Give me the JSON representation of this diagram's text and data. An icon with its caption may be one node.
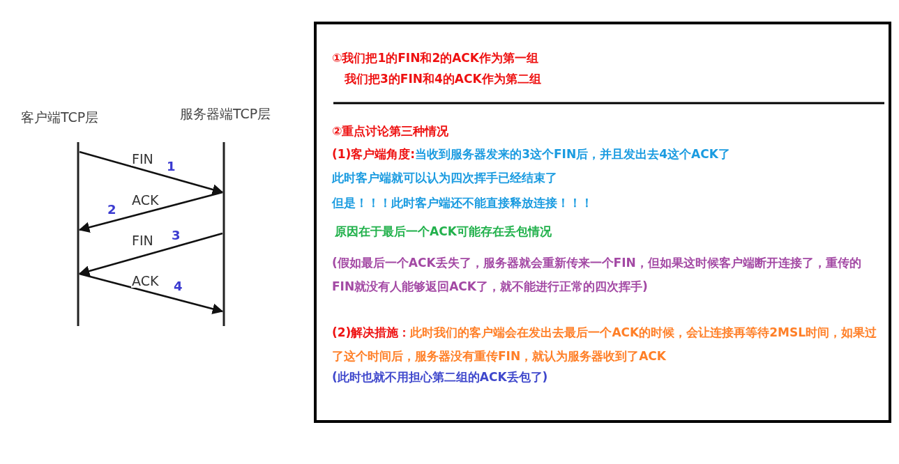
{
  "diagram": {
    "nodes": [
      {
        "text": [
          "客户端TCP层"
        ]
      },
      {
        "text": [
          "服务器端TCP层"
        ]
      },
      {
        "text": [
          "①我们把1的FIN和2的ACK作为第一组",
          "我们把3的FIN和4的ACK作为第二组",
          "②重点讨论第三种情况",
          "(1)客户端角度:",
          "当收到服务器发来的3这个FIN后，并且发出去4这个ACK了",
          "此时客户端就可以认为四次挥手已经结束了",
          "但是！！！此时客户端还不能直接释放连接！！！",
          "原因在于最后一个ACK可能存在丢包情况",
          "(假如最后一个ACK丢失了，服务器就会重新传来一个FIN，但如果这时候客户端断开连接了，重传的FIN就没有人能够返回ACK了，就不能进行正常的四次挥手)",
          "(2)解决措施：",
          "此时我们的客户端会在发出去最后一个ACK的时候，会让连接再等待2MSL时间，如果过了这个时间后，服务器没有重传FIN，就认为服务器收到了ACK",
          "(此时也就不用担心第二组的ACK丢包了)"
        ]
      }
    ],
    "edges": [
      {
        "from": 0,
        "to": 1,
        "arrow": "to",
        "label": "FIN"
      },
      {
        "from": 1,
        "to": 0,
        "arrow": "to",
        "label": "ACK"
      },
      {
        "from": 1,
        "to": 0,
        "arrow": "to",
        "label": "FIN"
      },
      {
        "from": 0,
        "to": 1,
        "arrow": "to",
        "label": "ACK"
      }
    ],
    "labels": [
      "1",
      "2",
      "3",
      "4"
    ]
  }
}
